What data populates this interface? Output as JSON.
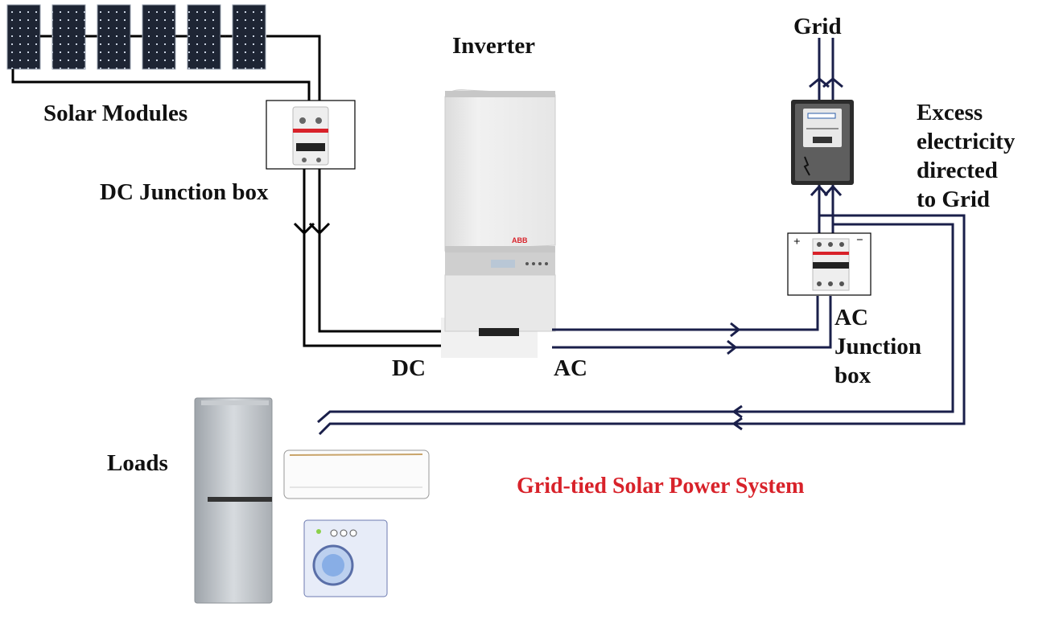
{
  "title": "Grid-tied Solar Power System",
  "labels": {
    "solar_modules": "Solar Modules",
    "dc_junction_box": "DC Junction box",
    "inverter": "Inverter",
    "grid": "Grid",
    "excess": "Excess\nelectricity\ndirected\nto Grid",
    "ac_junction_box": "AC\nJunction\nbox",
    "dc": "DC",
    "ac": "AC",
    "loads": "Loads",
    "plus": "+",
    "minus": "−"
  },
  "components": {
    "solar_modules_count": 6,
    "inverter_brand": "ABB",
    "ac_breaker_poles": 3,
    "dc_breaker_poles": 2,
    "loads": [
      "refrigerator",
      "air-conditioner",
      "washing-machine"
    ]
  },
  "colors": {
    "dc_wire": "#000000",
    "ac_wire": "#1a1f4a",
    "title": "#d8222a",
    "panel": "#1c2230",
    "breaker_red": "#d8222a"
  }
}
